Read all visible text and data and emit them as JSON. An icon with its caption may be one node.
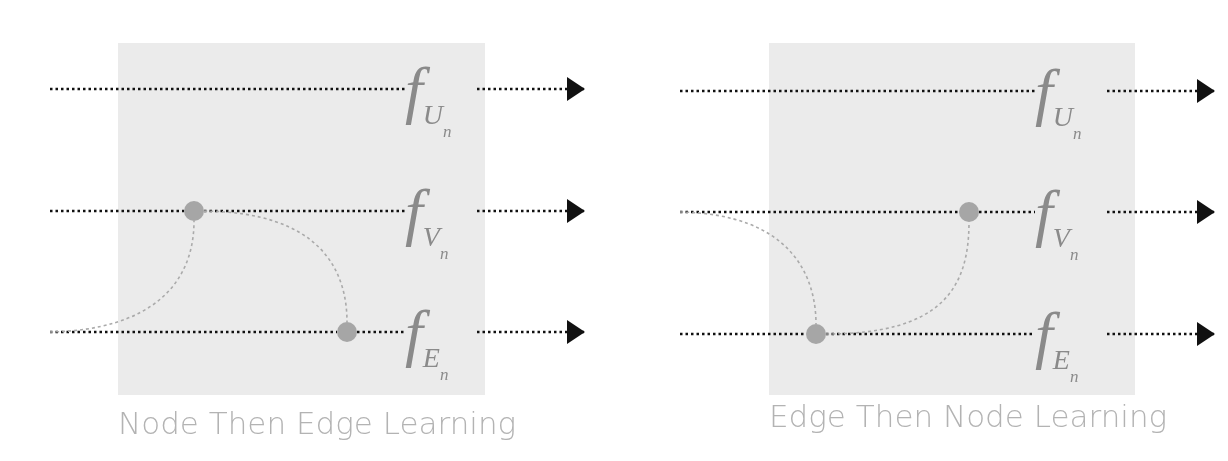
{
  "diagram": {
    "nodes": [
      {
        "text": [
          "Node Then Edge Learning"
        ]
      },
      {
        "text": [
          "f$_{U}$$_{n}$"
        ],
        "in": 0
      },
      {
        "text": [
          "f$_{V}$$_{n}$"
        ],
        "in": 0
      },
      {
        "text": [
          "f$_{E}$$_{n}$"
        ],
        "in": 0
      },
      {
        "text": [],
        "shape": "circle",
        "in": 0
      },
      {
        "text": [],
        "shape": "circle",
        "in": 0
      },
      {
        "text": [
          "Edge Then Node Learning"
        ]
      },
      {
        "text": [
          "f$_{U}$$_{n}$"
        ],
        "in": 6
      },
      {
        "text": [
          "f$_{V}$$_{n}$"
        ],
        "in": 6
      },
      {
        "text": [
          "f$_{E}$$_{n}$"
        ],
        "in": 6
      },
      {
        "text": [],
        "shape": "circle",
        "in": 6
      },
      {
        "text": [],
        "shape": "circle",
        "in": 6
      }
    ],
    "edges": [
      {
        "from": null,
        "to": 1,
        "arrow": "none"
      },
      {
        "from": 1,
        "to": null,
        "arrow": "to"
      },
      {
        "from": null,
        "to": 4,
        "arrow": "none"
      },
      {
        "from": 4,
        "to": 2,
        "arrow": "none"
      },
      {
        "from": 2,
        "to": null,
        "arrow": "to"
      },
      {
        "from": null,
        "to": 5,
        "arrow": "none"
      },
      {
        "from": 5,
        "to": 3,
        "arrow": "none"
      },
      {
        "from": 3,
        "to": null,
        "arrow": "to"
      },
      {
        "from": null,
        "to": 4,
        "arrow": "none",
        "color": "#aaaaaa"
      },
      {
        "from": 4,
        "to": 5,
        "arrow": "none",
        "color": "#aaaaaa"
      },
      {
        "from": null,
        "to": 7,
        "arrow": "none"
      },
      {
        "from": 7,
        "to": null,
        "arrow": "to"
      },
      {
        "from": null,
        "to": 10,
        "arrow": "none"
      },
      {
        "from": 10,
        "to": 8,
        "arrow": "none"
      },
      {
        "from": 8,
        "to": null,
        "arrow": "to"
      },
      {
        "from": null,
        "to": 11,
        "arrow": "none"
      },
      {
        "from": 11,
        "to": 9,
        "arrow": "none"
      },
      {
        "from": 9,
        "to": null,
        "arrow": "to"
      },
      {
        "from": null,
        "to": 11,
        "arrow": "none",
        "color": "#aaaaaa"
      },
      {
        "from": 11,
        "to": 10,
        "arrow": "none",
        "color": "#aaaaaa"
      }
    ]
  }
}
